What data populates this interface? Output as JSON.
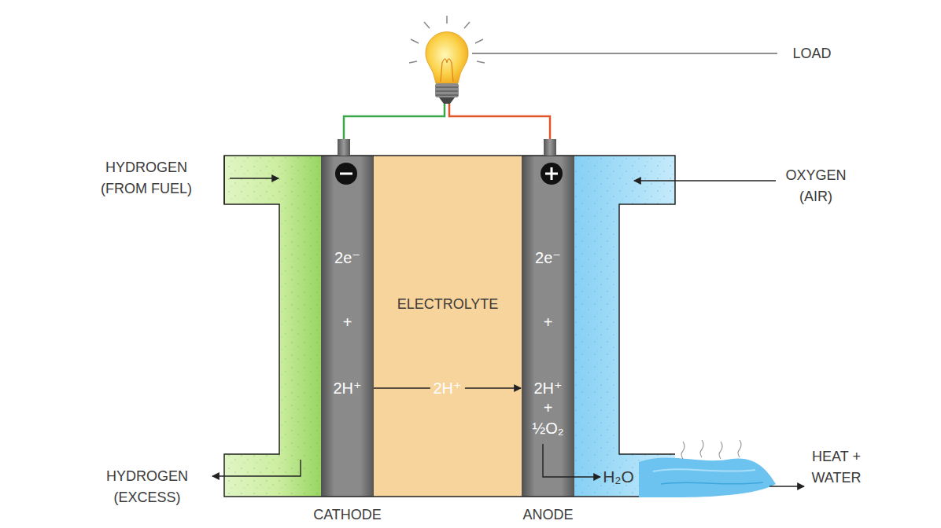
{
  "diagram": {
    "nodes": [
      {
        "text": [
          "2e⁻",
          "+",
          "2H⁺",
          "CATHODE"
        ]
      },
      {
        "text": [
          "ELECTROLYTE"
        ]
      },
      {
        "text": [
          "2e⁻",
          "+",
          "2H⁺",
          "+",
          "½O₂",
          "ANODE"
        ]
      }
    ],
    "edges": [
      {
        "from": 0,
        "to": 2,
        "arrow": "to",
        "label": "2H⁺"
      }
    ],
    "labels": [
      "LOAD",
      "HYDROGEN (FROM FUEL)",
      "OXYGEN (AIR)",
      "HYDROGEN (EXCESS)",
      "H₂O",
      "HEAT + WATER"
    ]
  }
}
